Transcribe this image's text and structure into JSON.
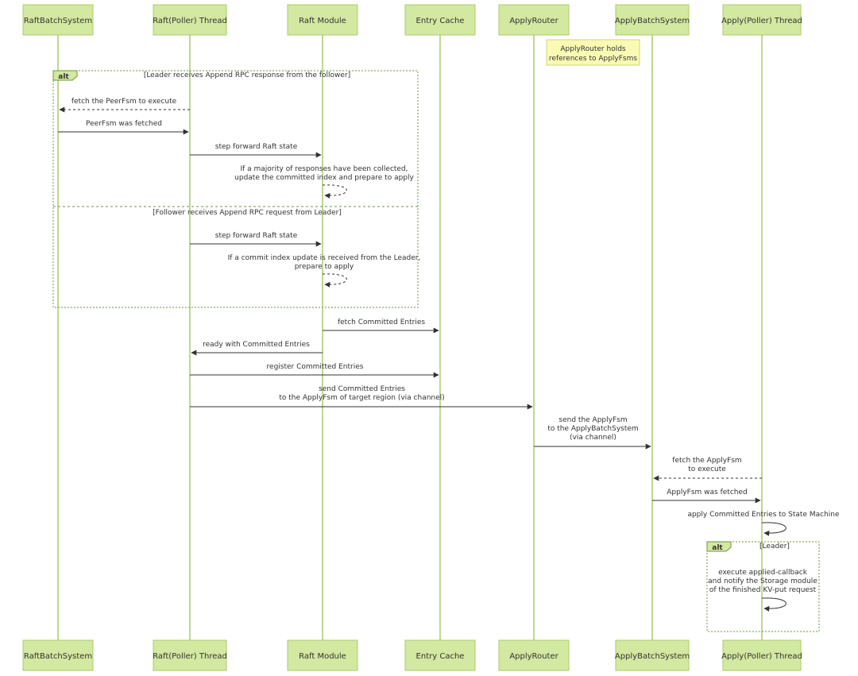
{
  "colors": {
    "actor_fill": "#d3e8a0",
    "actor_stroke": "#a9cc6b",
    "lifeline": "#a9cc6b",
    "arrow": "#333333",
    "note_fill": "#fafab4",
    "note_stroke": "#d3d37a",
    "frame_stroke": "#6a9a3a",
    "frame_tag_fill": "#d3e8a0"
  },
  "actors": [
    {
      "id": "rbs",
      "label": "RaftBatchSystem"
    },
    {
      "id": "rpt",
      "label": "Raft(Poller) Thread"
    },
    {
      "id": "rm",
      "label": "Raft Module"
    },
    {
      "id": "ec",
      "label": "Entry Cache"
    },
    {
      "id": "ar",
      "label": "ApplyRouter"
    },
    {
      "id": "abs",
      "label": "ApplyBatchSystem"
    },
    {
      "id": "apt",
      "label": "Apply(Poller) Thread"
    }
  ],
  "note": {
    "over": "ar",
    "lines": [
      "ApplyRouter holds",
      "references to ApplyFsms"
    ]
  },
  "frames": [
    {
      "tag": "alt",
      "sections": [
        "[Leader receives Append RPC response from the follower]",
        "[Follower receives Append RPC request from Leader]"
      ]
    },
    {
      "tag": "alt",
      "sections": [
        "[Leader]"
      ]
    }
  ],
  "messages": [
    {
      "from": "rpt",
      "to": "rbs",
      "style": "dashed",
      "lines": [
        "fetch the PeerFsm to execute"
      ]
    },
    {
      "from": "rbs",
      "to": "rpt",
      "style": "solid",
      "lines": [
        "PeerFsm was fetched"
      ]
    },
    {
      "from": "rpt",
      "to": "rm",
      "style": "solid",
      "lines": [
        "step forward Raft state"
      ]
    },
    {
      "from": "rm",
      "to": "rm",
      "style": "dashed",
      "lines": [
        "If a majority of responses have been collected,",
        "update the committed index and prepare to apply"
      ]
    },
    {
      "from": "rpt",
      "to": "rm",
      "style": "solid",
      "lines": [
        "step forward Raft state"
      ]
    },
    {
      "from": "rm",
      "to": "rm",
      "style": "dashed",
      "lines": [
        "If a commit index update is received from the Leader,",
        "prepare to apply"
      ]
    },
    {
      "from": "rm",
      "to": "ec",
      "style": "solid",
      "lines": [
        "fetch Committed Entries"
      ]
    },
    {
      "from": "rm",
      "to": "rpt",
      "style": "solid",
      "lines": [
        "ready with Committed Entries"
      ]
    },
    {
      "from": "rpt",
      "to": "ec",
      "style": "solid",
      "lines": [
        "register Committed Entries"
      ]
    },
    {
      "from": "rpt",
      "to": "ar",
      "style": "solid",
      "lines": [
        "send Committed Entries",
        "to the ApplyFsm of target region (via channel)"
      ]
    },
    {
      "from": "ar",
      "to": "abs",
      "style": "solid",
      "lines": [
        "send the ApplyFsm",
        "to the ApplyBatchSystem",
        "(via channel)"
      ]
    },
    {
      "from": "apt",
      "to": "abs",
      "style": "dashed",
      "lines": [
        "fetch the ApplyFsm",
        "to execute"
      ]
    },
    {
      "from": "abs",
      "to": "apt",
      "style": "solid",
      "lines": [
        "ApplyFsm was fetched"
      ]
    },
    {
      "from": "apt",
      "to": "apt",
      "style": "solid",
      "lines": [
        "apply Committed Entries to State Machine"
      ]
    },
    {
      "from": "apt",
      "to": "apt",
      "style": "solid",
      "lines": [
        "execute applied-callback",
        "and notify the Storage module",
        "of the finished KV-put request"
      ]
    }
  ]
}
